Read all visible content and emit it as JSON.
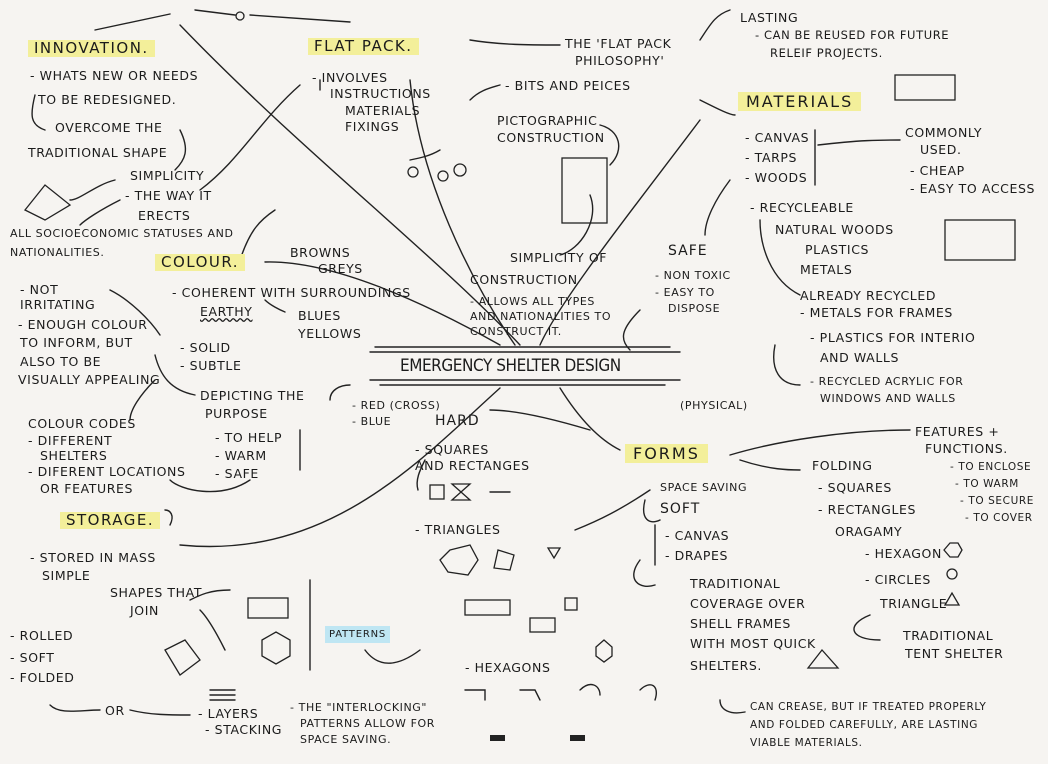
{
  "title": "EMERGENCY SHELTER DESIGN",
  "innovation": {
    "heading": "INNOVATION.",
    "lines": [
      "- WHATS NEW OR NEEDS",
      "TO BE REDESIGNED.",
      "OVERCOME THE",
      "TRADITIONAL SHAPE"
    ],
    "simplicity": [
      "SIMPLICITY",
      "- THE WAY IT",
      "ERECTS"
    ],
    "footer": [
      "ALL SOCIOECONOMIC STATUSES AND",
      "NATIONALITIES."
    ]
  },
  "flatpack": {
    "heading": "FLAT PACK.",
    "lines": [
      "- INVOLVES",
      "INSTRUCTIONS",
      "MATERIALS",
      "FIXINGS"
    ],
    "philosophy": [
      "THE 'FLAT PACK",
      "PHILOSOPHY'"
    ],
    "bits": "- BITS AND PEICES",
    "picto": [
      "PICTOGRAPHIC",
      "CONSTRUCTION"
    ],
    "simplicity": [
      "SIMPLICITY OF",
      "CONSTRUCTION",
      "- ALLOWS ALL TYPES",
      "AND NATIONALITIES TO",
      "CONSTRUCT IT."
    ]
  },
  "colour": {
    "heading": "COLOUR.",
    "browns": [
      "BROWNS",
      "GREYS"
    ],
    "coherent": "- COHERENT WITH SURROUNDINGS",
    "earthy": "EARTHY",
    "blues": [
      "BLUES",
      "YELLOWS"
    ],
    "left": [
      "- NOT",
      "IRRITATING",
      "- ENOUGH COLOUR",
      "TO INFORM, BUT",
      "ALSO TO BE",
      "VISUALLY APPEALING"
    ],
    "solid": [
      "- SOLID",
      "- SUBTLE"
    ],
    "depicting": [
      "DEPICTING THE",
      "PURPOSE"
    ],
    "purposes": [
      "- TO HELP",
      "- WARM",
      "- SAFE"
    ],
    "red": [
      "- RED (CROSS)",
      "- BLUE"
    ],
    "codes": [
      "COLOUR CODES",
      "- DIFFERENT",
      "SHELTERS",
      "- DIFERENT LOCATIONS",
      "OR FEATURES"
    ]
  },
  "storage": {
    "heading": "STORAGE.",
    "stored": [
      "- STORED IN MASS",
      "SIMPLE"
    ],
    "shapes": [
      "SHAPES THAT",
      "JOIN"
    ],
    "rolled": [
      "- ROLLED",
      "- SOFT",
      "- FOLDED"
    ],
    "or": "OR",
    "layers": [
      "- LAYERS",
      "- STACKING"
    ],
    "patterns": "PATTERNS",
    "interlocking": [
      "- THE \"INTERLOCKING\"",
      "PATTERNS ALLOW FOR",
      "SPACE SAVING."
    ]
  },
  "materials": {
    "lasting": "LASTING",
    "reused": [
      "- CAN BE REUSED FOR FUTURE",
      "RELEIF PROJECTS."
    ],
    "heading": "MATERIALS",
    "list": [
      "- CANVAS",
      "- TARPS",
      "- WOODS"
    ],
    "common": [
      "COMMONLY",
      "USED.",
      "- CHEAP",
      "- EASY TO ACCESS"
    ],
    "safe": [
      "SAFE",
      "- NON TOXIC",
      "- EASY TO",
      "DISPOSE"
    ],
    "recyc": [
      "- RECYCLEABLE",
      "NATURAL WOODS",
      "PLASTICS",
      "METALS"
    ],
    "already": [
      "ALREADY RECYCLED",
      "- METALS FOR FRAMES",
      "- PLASTICS FOR INTERIO",
      "AND WALLS"
    ],
    "acrylic": [
      "- RECYCLED ACRYLIC FOR",
      "WINDOWS AND WALLS"
    ]
  },
  "forms": {
    "heading": "FORMS",
    "physical": "(PHYSICAL)",
    "hard": [
      "HARD",
      "- SQUARES",
      "AND RECTANGES"
    ],
    "triangles": "- TRIANGLES",
    "hexagons": "- HEXAGONS",
    "space": "SPACE SAVING",
    "soft": "SOFT",
    "softlist": [
      "- CANVAS",
      "- DRAPES"
    ],
    "traditional": [
      "TRADITIONAL",
      "COVERAGE OVER",
      "SHELL FRAMES",
      "WITH MOST QUICK",
      "SHELTERS."
    ],
    "features": [
      "FEATURES +",
      "FUNCTIONS.",
      "- TO ENCLOSE",
      "- TO WARM",
      "- TO SECURE",
      "- TO COVER"
    ],
    "folding": [
      "FOLDING",
      "- SQUARES",
      "- RECTANGLES",
      "ORAGAMY"
    ],
    "shapes": [
      "- HEXAGON",
      "- CIRCLES",
      "TRIANGLE"
    ],
    "tent": [
      "TRADITIONAL",
      "TENT SHELTER"
    ],
    "crease": [
      "CAN CREASE, BUT IF TREATED PROPERLY",
      "AND FOLDED CAREFULLY, ARE LASTING",
      "VIABLE MATERIALS."
    ]
  }
}
